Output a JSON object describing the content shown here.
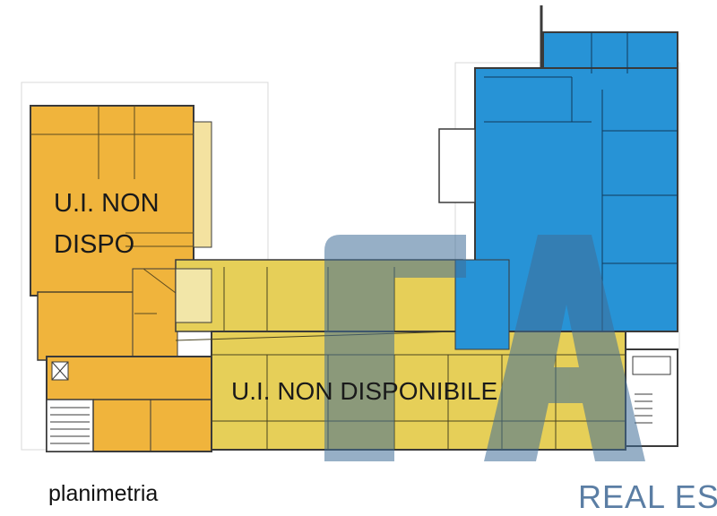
{
  "plan": {
    "colors": {
      "available_unit": "#2793d6",
      "unavailable_unit": "#f0b43c",
      "unavailable_unit_light": "#e6cf58",
      "walls": "#3a3a3a",
      "watermark": "#3f6d98"
    },
    "labels": {
      "left_unit_line1": "U.I. NON",
      "left_unit_line2": "DISPO",
      "bottom_unit": "U.I. NON DISPONIBILE"
    },
    "caption": "planimetria",
    "watermark_text": "REAL ES"
  }
}
